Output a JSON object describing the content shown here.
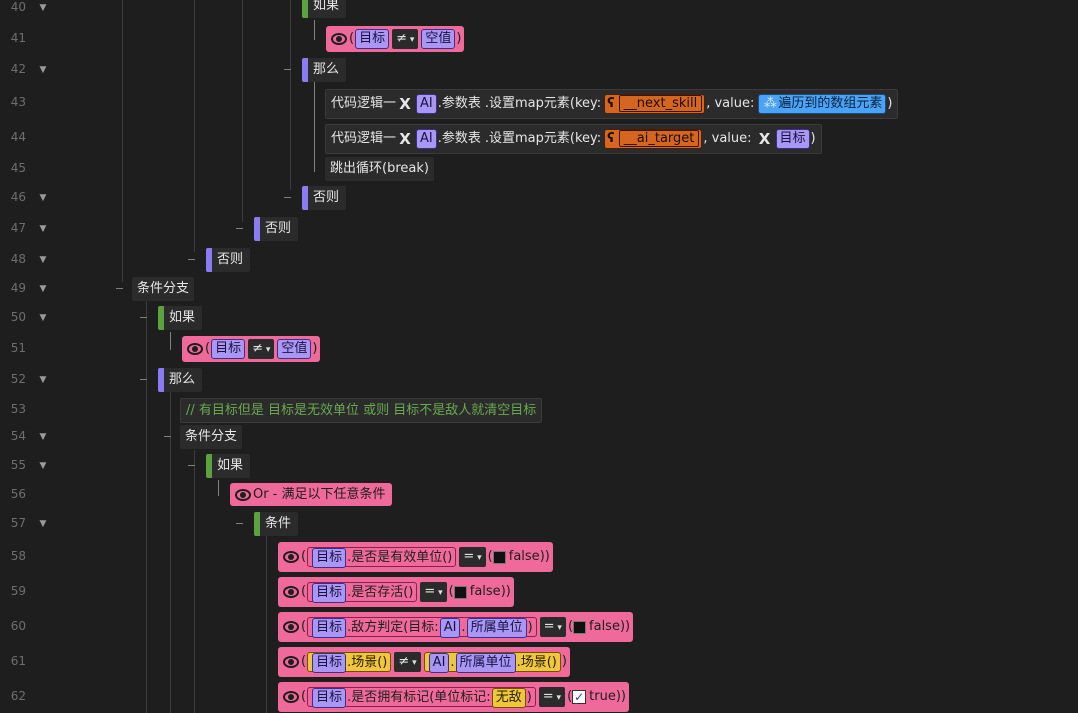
{
  "line_numbers": [
    "40",
    "41",
    "42",
    "43",
    "44",
    "45",
    "46",
    "47",
    "48",
    "49",
    "50",
    "51",
    "52",
    "53",
    "54",
    "55",
    "56",
    "57",
    "58",
    "59",
    "60",
    "61",
    "62"
  ],
  "labels": {
    "ruguo": "如果",
    "name": "那么",
    "fouze": "否则",
    "branch": "条件分支",
    "conditions": "条件",
    "break": "跳出循环(break)",
    "codelogic": "代码逻辑一",
    "comment": "// 有目标但是 目标是无效单位 或则 目标不是敌人就清空目标",
    "or_any": "Or - 满足以下任意条件"
  },
  "tokens": {
    "target": "目标",
    "neq": "≠",
    "eq": "=",
    "empty": "空值",
    "ai": "AI",
    "params": ".参数表",
    "setmap": ".设置map元素(key:",
    "next_skill": "__next_skill",
    "ai_target": "__ai_target",
    "value": ", value:",
    "iterated": "遍历到的数组元素",
    "open": "(",
    "close": ")",
    "is_valid": ".是否是有效单位()",
    "is_alive": ".是否存活()",
    "hostile": ".敌方判定(目标:",
    "owner": "所属单位",
    "scene": ".场景()",
    "dot": ".",
    "has_mark": ".是否拥有标记(单位标记:",
    "invincible": "无敌",
    "false": "false",
    "true": "true"
  },
  "colors": {
    "green_bar": "#5aa23d",
    "purple_bar": "#8c7cf2",
    "pink_condition": "#ef6a9a",
    "orange_key": "#d4661f",
    "blue_var": "#5aa8f0",
    "yellow_scene": "#f0c63a"
  }
}
